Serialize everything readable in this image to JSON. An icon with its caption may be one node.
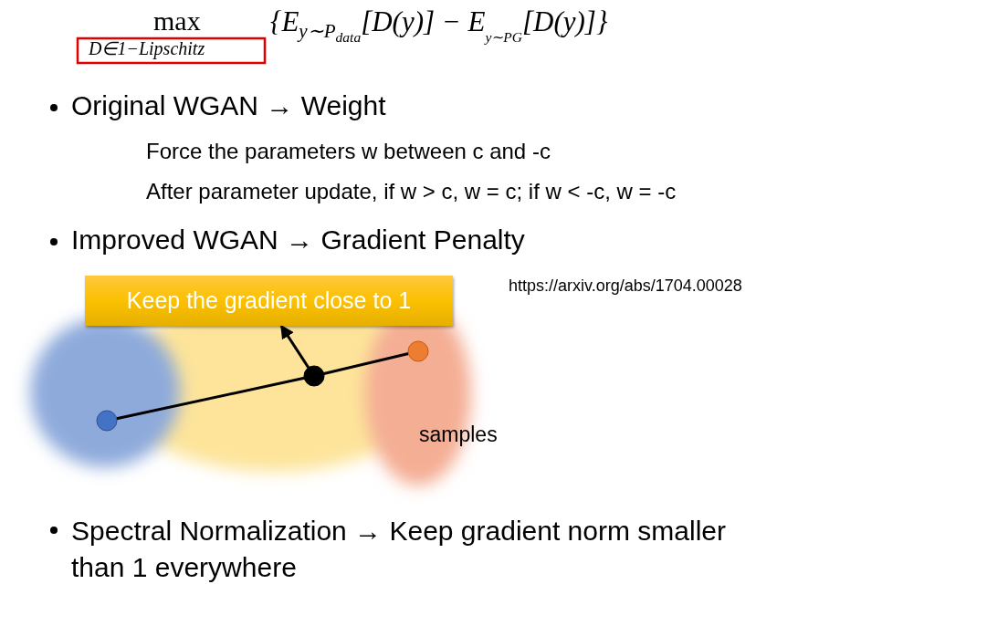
{
  "diagram": {
    "nodes": [
      {
        "text": [
          "Keep the gradient close to 1"
        ]
      },
      {
        "text": [],
        "shape": "circle"
      },
      {
        "text": [],
        "shape": "circle"
      },
      {
        "text": [],
        "shape": "circle"
      }
    ],
    "edges": [
      {
        "from": 1,
        "to": 2,
        "arrow": "none"
      },
      {
        "from": 2,
        "to": 3,
        "arrow": "none"
      },
      {
        "from": 2,
        "to": 0,
        "arrow": "to"
      }
    ],
    "labels": [
      "max",
      "D∈1−Lipschitz",
      "{E$_{y∼P}$$_{data}$[D(y)] − E$_{y∼P}$$_{G}$[D(y)]}",
      "Original WGAN → Weight",
      "Force the parameters w between c and -c",
      "After parameter update, if w > c, w = c; if w < -c, w = -c",
      "Improved WGAN → Gradient Penalty",
      "https://arxiv.org/abs/1704.00028",
      "samples",
      "Spectral Normalization → Keep gradient norm smaller than 1 everywhere"
    ]
  }
}
